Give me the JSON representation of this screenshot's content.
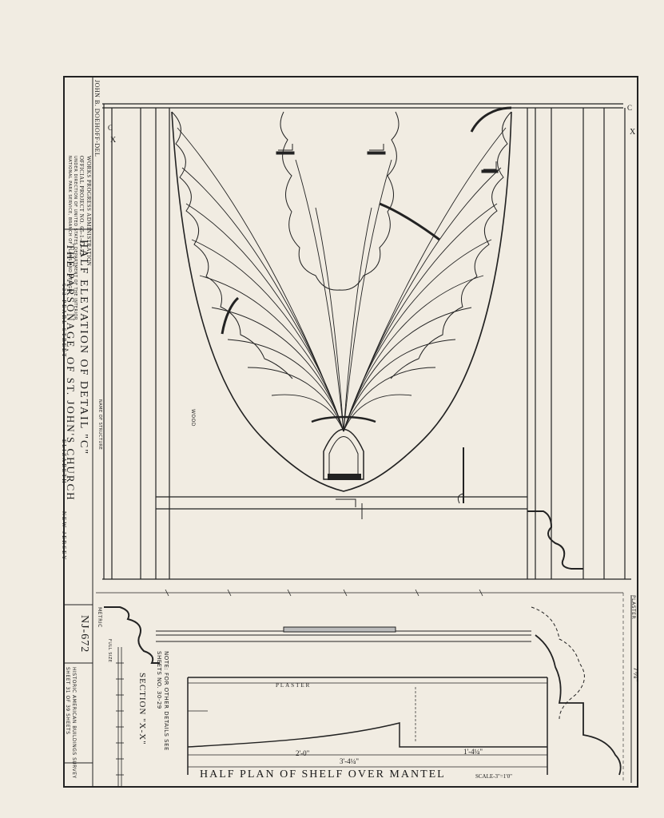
{
  "title_block": {
    "delineator": "JOHN B. DOEHOFF-DEL",
    "agency_line1": "WORKS PROGRESS ADMINISTRATION",
    "agency_line2": "OFFICIAL PROJECT NO. 65-1-22-52",
    "agency_line3": "UNDER DIRECTION OF UNITED STATES DEPARTMENT OF THE INTERIOR",
    "agency_line4": "NATIONAL PARK SERVICE, BRANCH OF PLANS AND DESIGN",
    "sheet_title": "HALF ELEVATION OF DETAIL \"C\"",
    "name_of_structure_label": "NAME OF STRUCTURE",
    "structure_name": "THE PARSONAGE, OF ST. JOHN'S CHURCH",
    "address": "633 PEARL STREET",
    "city": "ELIZABETH",
    "state": "NEW JERSEY",
    "survey_no": "NJ-672",
    "survey_name": "HISTORIC AMERICAN BUILDINGS SURVEY",
    "sheet_count": "SHEET 31 OF 39 SHEETS",
    "metric_scale": "METRIC",
    "full_size": "FULL SIZE"
  },
  "drawing": {
    "section_label": "SECTION \"X-X\"",
    "note": "NOTE: FOR OTHER DETAILS SEE SHEETS NO. 30-29",
    "plaster_label": "PLASTER",
    "plaster_label_right": "PLASTER",
    "shelf_title": "HALF PLAN OF SHELF OVER MANTEL",
    "shelf_scale": "SCALE-3\"=1'0\"",
    "wood_label": "WOOD",
    "dim_2_0": "2'-0\"",
    "dim_3_4": "3'-4¼\"",
    "dim_1_4": "1'-4¼\"",
    "dim_7_8": "7⁸⁄₈\"",
    "mark_x": "X",
    "mark_c": "C"
  }
}
